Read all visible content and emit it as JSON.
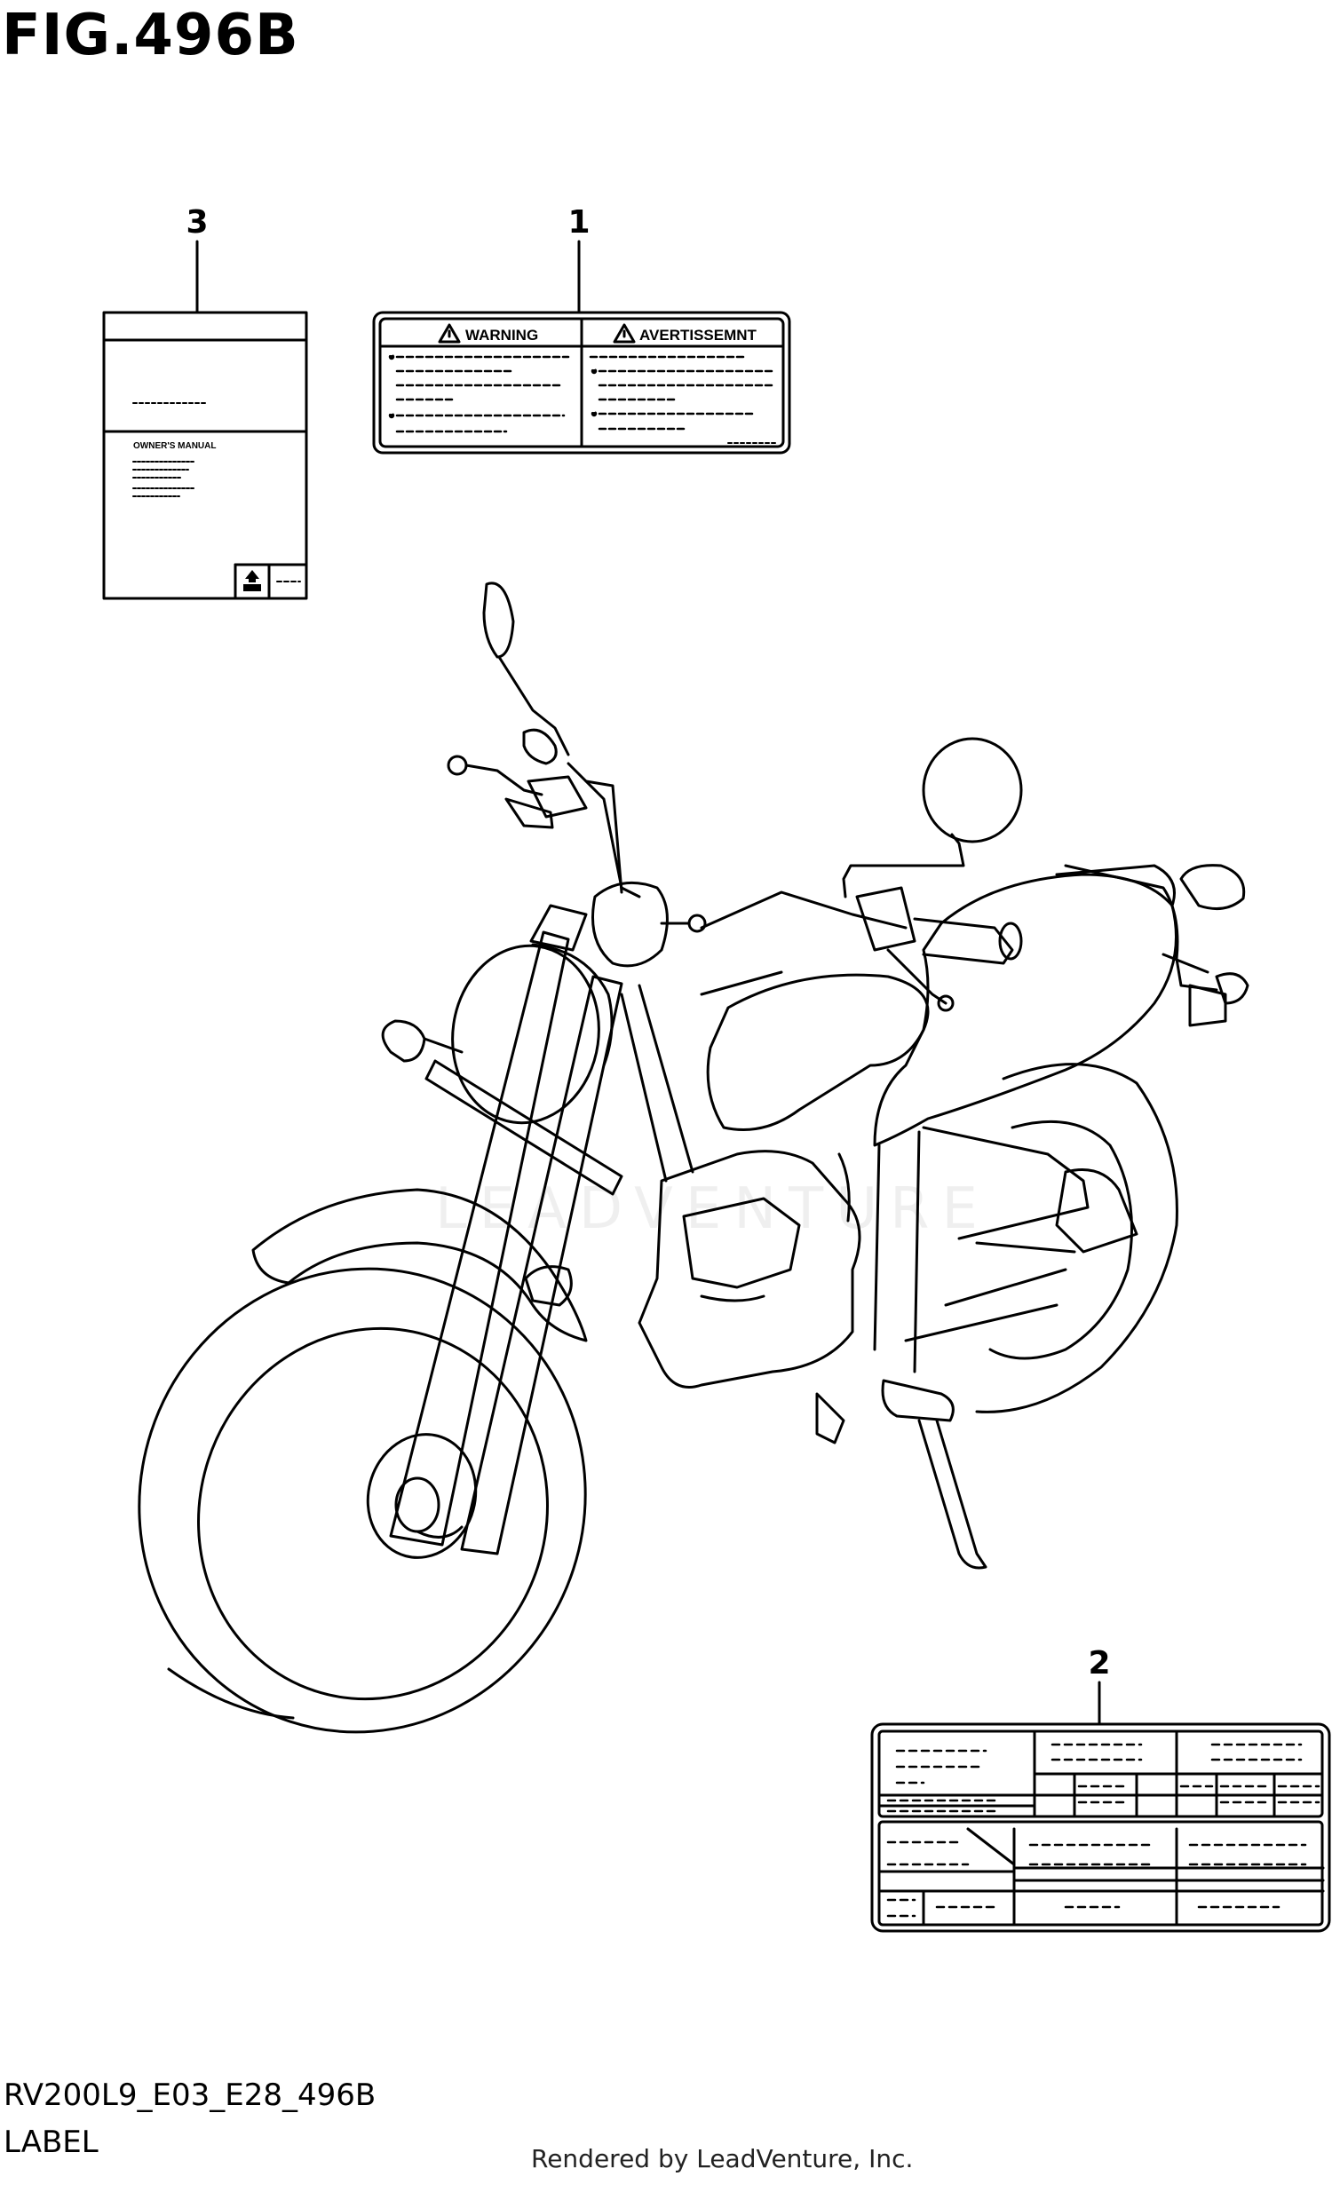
{
  "figure": {
    "title": "FIG.496B",
    "code": "RV200L9_E03_E28_496B",
    "caption": "LABEL",
    "credit": "Rendered by LeadVenture, Inc.",
    "watermark": "LEADVENTURE"
  },
  "callouts": [
    {
      "number": "3",
      "part": "owners-manual"
    },
    {
      "number": "1",
      "part": "warning-label"
    },
    {
      "number": "2",
      "part": "info-label"
    }
  ],
  "warning_label": {
    "left_heading": "WARNING",
    "right_heading": "AVERTISSEMNT"
  },
  "manual": {
    "heading": "OWNER'S MANUAL"
  }
}
